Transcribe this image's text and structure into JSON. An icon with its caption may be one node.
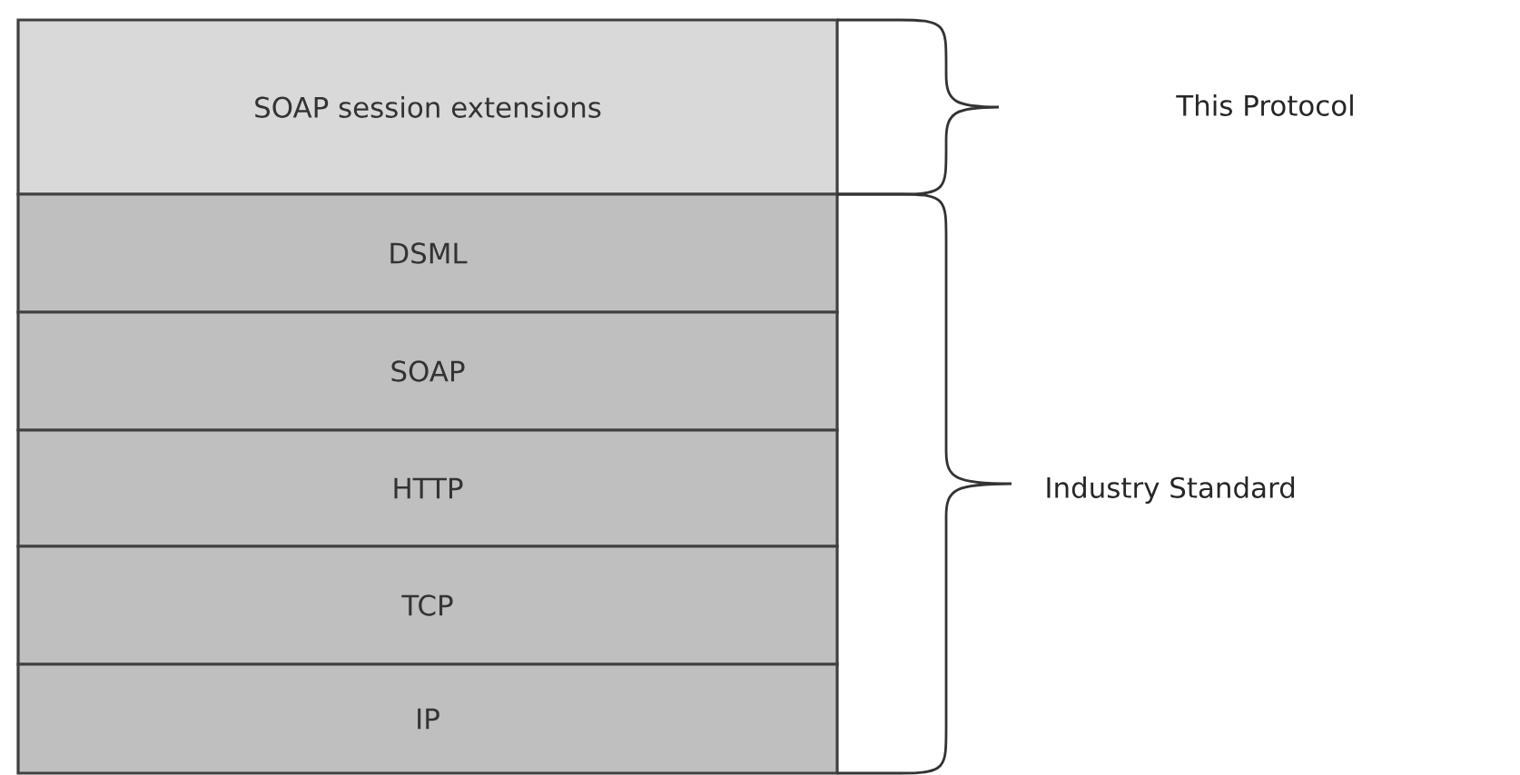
{
  "diagram": {
    "nodes": [
      {
        "text": [
          "SOAP session extensions"
        ]
      },
      {
        "text": [
          "DSML"
        ]
      },
      {
        "text": [
          "SOAP"
        ]
      },
      {
        "text": [
          "HTTP"
        ]
      },
      {
        "text": [
          "TCP"
        ]
      },
      {
        "text": [
          "IP"
        ]
      }
    ],
    "labels": [
      "This Protocol",
      "Industry Standard"
    ]
  }
}
